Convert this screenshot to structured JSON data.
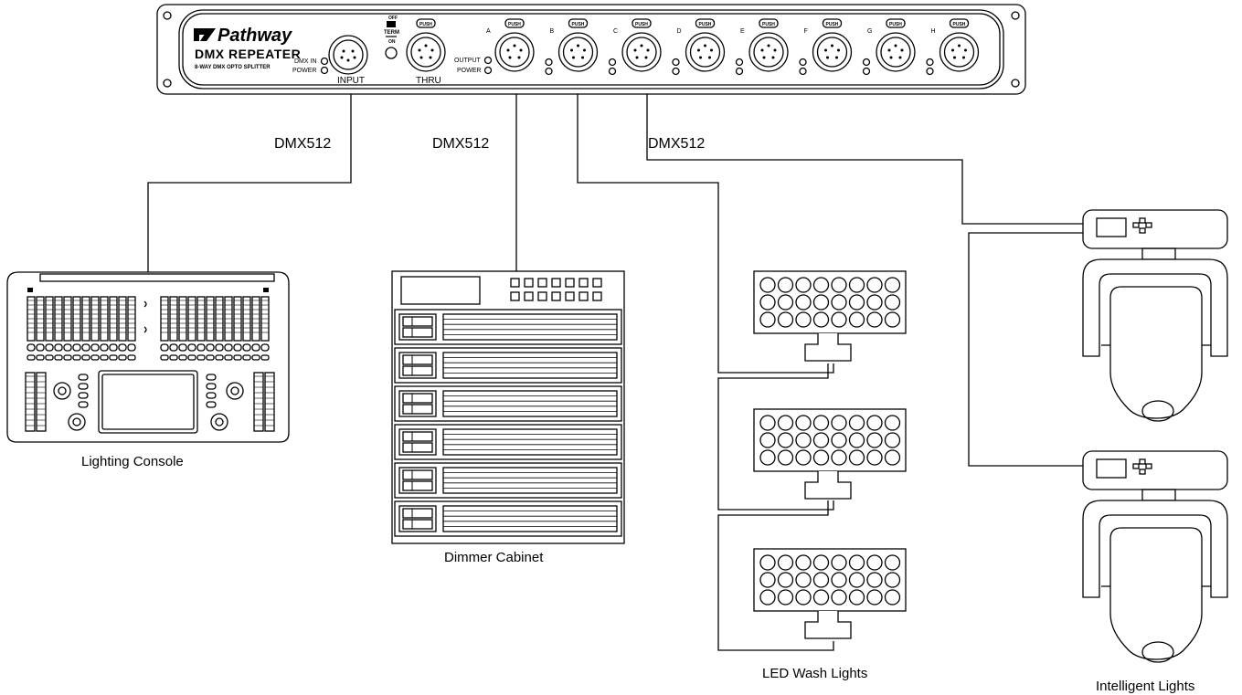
{
  "repeater": {
    "brand": "Pathway",
    "model": "DMX REPEATER",
    "subtitle": "8-WAY DMX OPTO SPLITTER",
    "dmx_in_label": "DMX IN",
    "power_label": "POWER",
    "input_label": "INPUT",
    "thru_label": "THRU",
    "term_label": "TERM",
    "off_label": "OFF",
    "on_label": "ON",
    "output_label": "OUTPUT",
    "push_label": "PUSH",
    "ports": [
      "A",
      "B",
      "C",
      "D",
      "E",
      "F",
      "G",
      "H"
    ]
  },
  "cables": {
    "label_1": "DMX512",
    "label_2": "DMX512",
    "label_3": "DMX512"
  },
  "devices": {
    "console": "Lighting Console",
    "dimmer": "Dimmer Cabinet",
    "led": "LED Wash Lights",
    "intelligent": "Intelligent Lights"
  }
}
